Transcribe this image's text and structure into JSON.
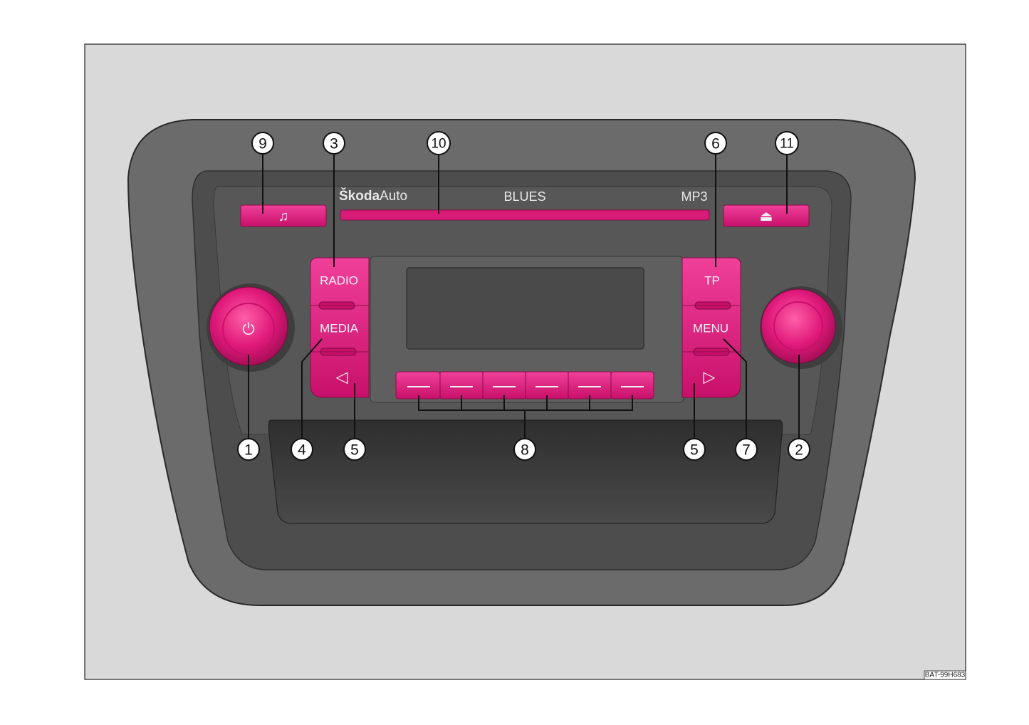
{
  "figure": {
    "reference_code": "BAT-99H683"
  },
  "radio": {
    "brand_bold": "Škoda",
    "brand_regular": "Auto",
    "model": "BLUES",
    "format": "MP3",
    "buttons": {
      "radio": "RADIO",
      "media": "MEDIA",
      "tp": "TP",
      "menu": "MENU",
      "left_arrow": "◁",
      "right_arrow": "▷",
      "music": "♫",
      "eject": "⏏",
      "power": "⏻"
    },
    "preset_count": 6
  },
  "callouts": [
    {
      "number": "1",
      "target": "power-knob"
    },
    {
      "number": "2",
      "target": "volume-tuning-knob"
    },
    {
      "number": "3",
      "target": "radio-button"
    },
    {
      "number": "4",
      "target": "media-button"
    },
    {
      "number": "5",
      "target": "left-arrow-button"
    },
    {
      "number": "5",
      "target": "right-arrow-button"
    },
    {
      "number": "6",
      "target": "tp-button"
    },
    {
      "number": "7",
      "target": "menu-button"
    },
    {
      "number": "8",
      "target": "preset-buttons"
    },
    {
      "number": "9",
      "target": "sound-button"
    },
    {
      "number": "10",
      "target": "cd-slot"
    },
    {
      "number": "11",
      "target": "eject-button"
    }
  ],
  "colors": {
    "accent": "#e0197a",
    "panel_dark": "#4a4a4a",
    "frame": "#6e6e6e",
    "background": "#d9d9d9"
  }
}
